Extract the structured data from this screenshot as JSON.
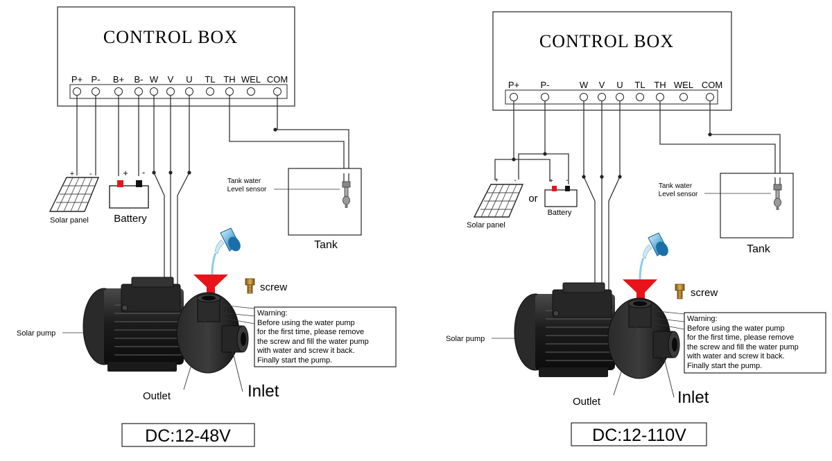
{
  "colors": {
    "funnel": "#e8141b",
    "water_bottle": "#2d8ec9",
    "battery_plus": "#e8141b",
    "battery_minus": "#111111",
    "pump_body": "#1e1e1e",
    "brass": "#b8862c"
  },
  "diagrams": [
    {
      "control_box": "CONTROL BOX",
      "terminals": [
        "P+",
        "P-",
        "B+",
        "B-",
        "W",
        "V",
        "U",
        "TL",
        "TH",
        "WEL",
        "COM"
      ],
      "solar_plus": "+",
      "solar_minus": "-",
      "solar_label": "Solar panel",
      "battery_plus": "+",
      "battery_minus": "-",
      "battery_label": "Battery",
      "sensor_label_1": "Tank water",
      "sensor_label_2": "Level sensor",
      "tank_label": "Tank",
      "screw_label": "screw",
      "warning_lines": [
        "Warning:",
        "Before using the water pump",
        "for the first time, please remove",
        "the screw and fill the water pump",
        "with water and screw it back.",
        "Finally start the pump."
      ],
      "pump_label": "Solar pump",
      "outlet_label": "Outlet",
      "inlet_label": "Inlet",
      "voltage": "DC:12-48V"
    },
    {
      "control_box": "CONTROL BOX",
      "terminals": [
        "P+",
        "P-",
        "W",
        "V",
        "U",
        "TL",
        "TH",
        "WEL",
        "COM"
      ],
      "solar_plus": "+",
      "solar_minus": "-",
      "solar_label": "Solar panel",
      "or_label": "or",
      "battery_plus": "+",
      "battery_minus": "-",
      "battery_label": "Battery",
      "sensor_label_1": "Tank water",
      "sensor_label_2": "Level sensor",
      "tank_label": "Tank",
      "screw_label": "screw",
      "warning_lines": [
        "Warning:",
        "Before using the water pump",
        "for the first time, please remove",
        "the screw and fill the water pump",
        "with water and screw it back.",
        "Finally start the pump."
      ],
      "pump_label": "Solar pump",
      "outlet_label": "Outlet",
      "inlet_label": "Inlet",
      "voltage": "DC:12-110V"
    }
  ]
}
